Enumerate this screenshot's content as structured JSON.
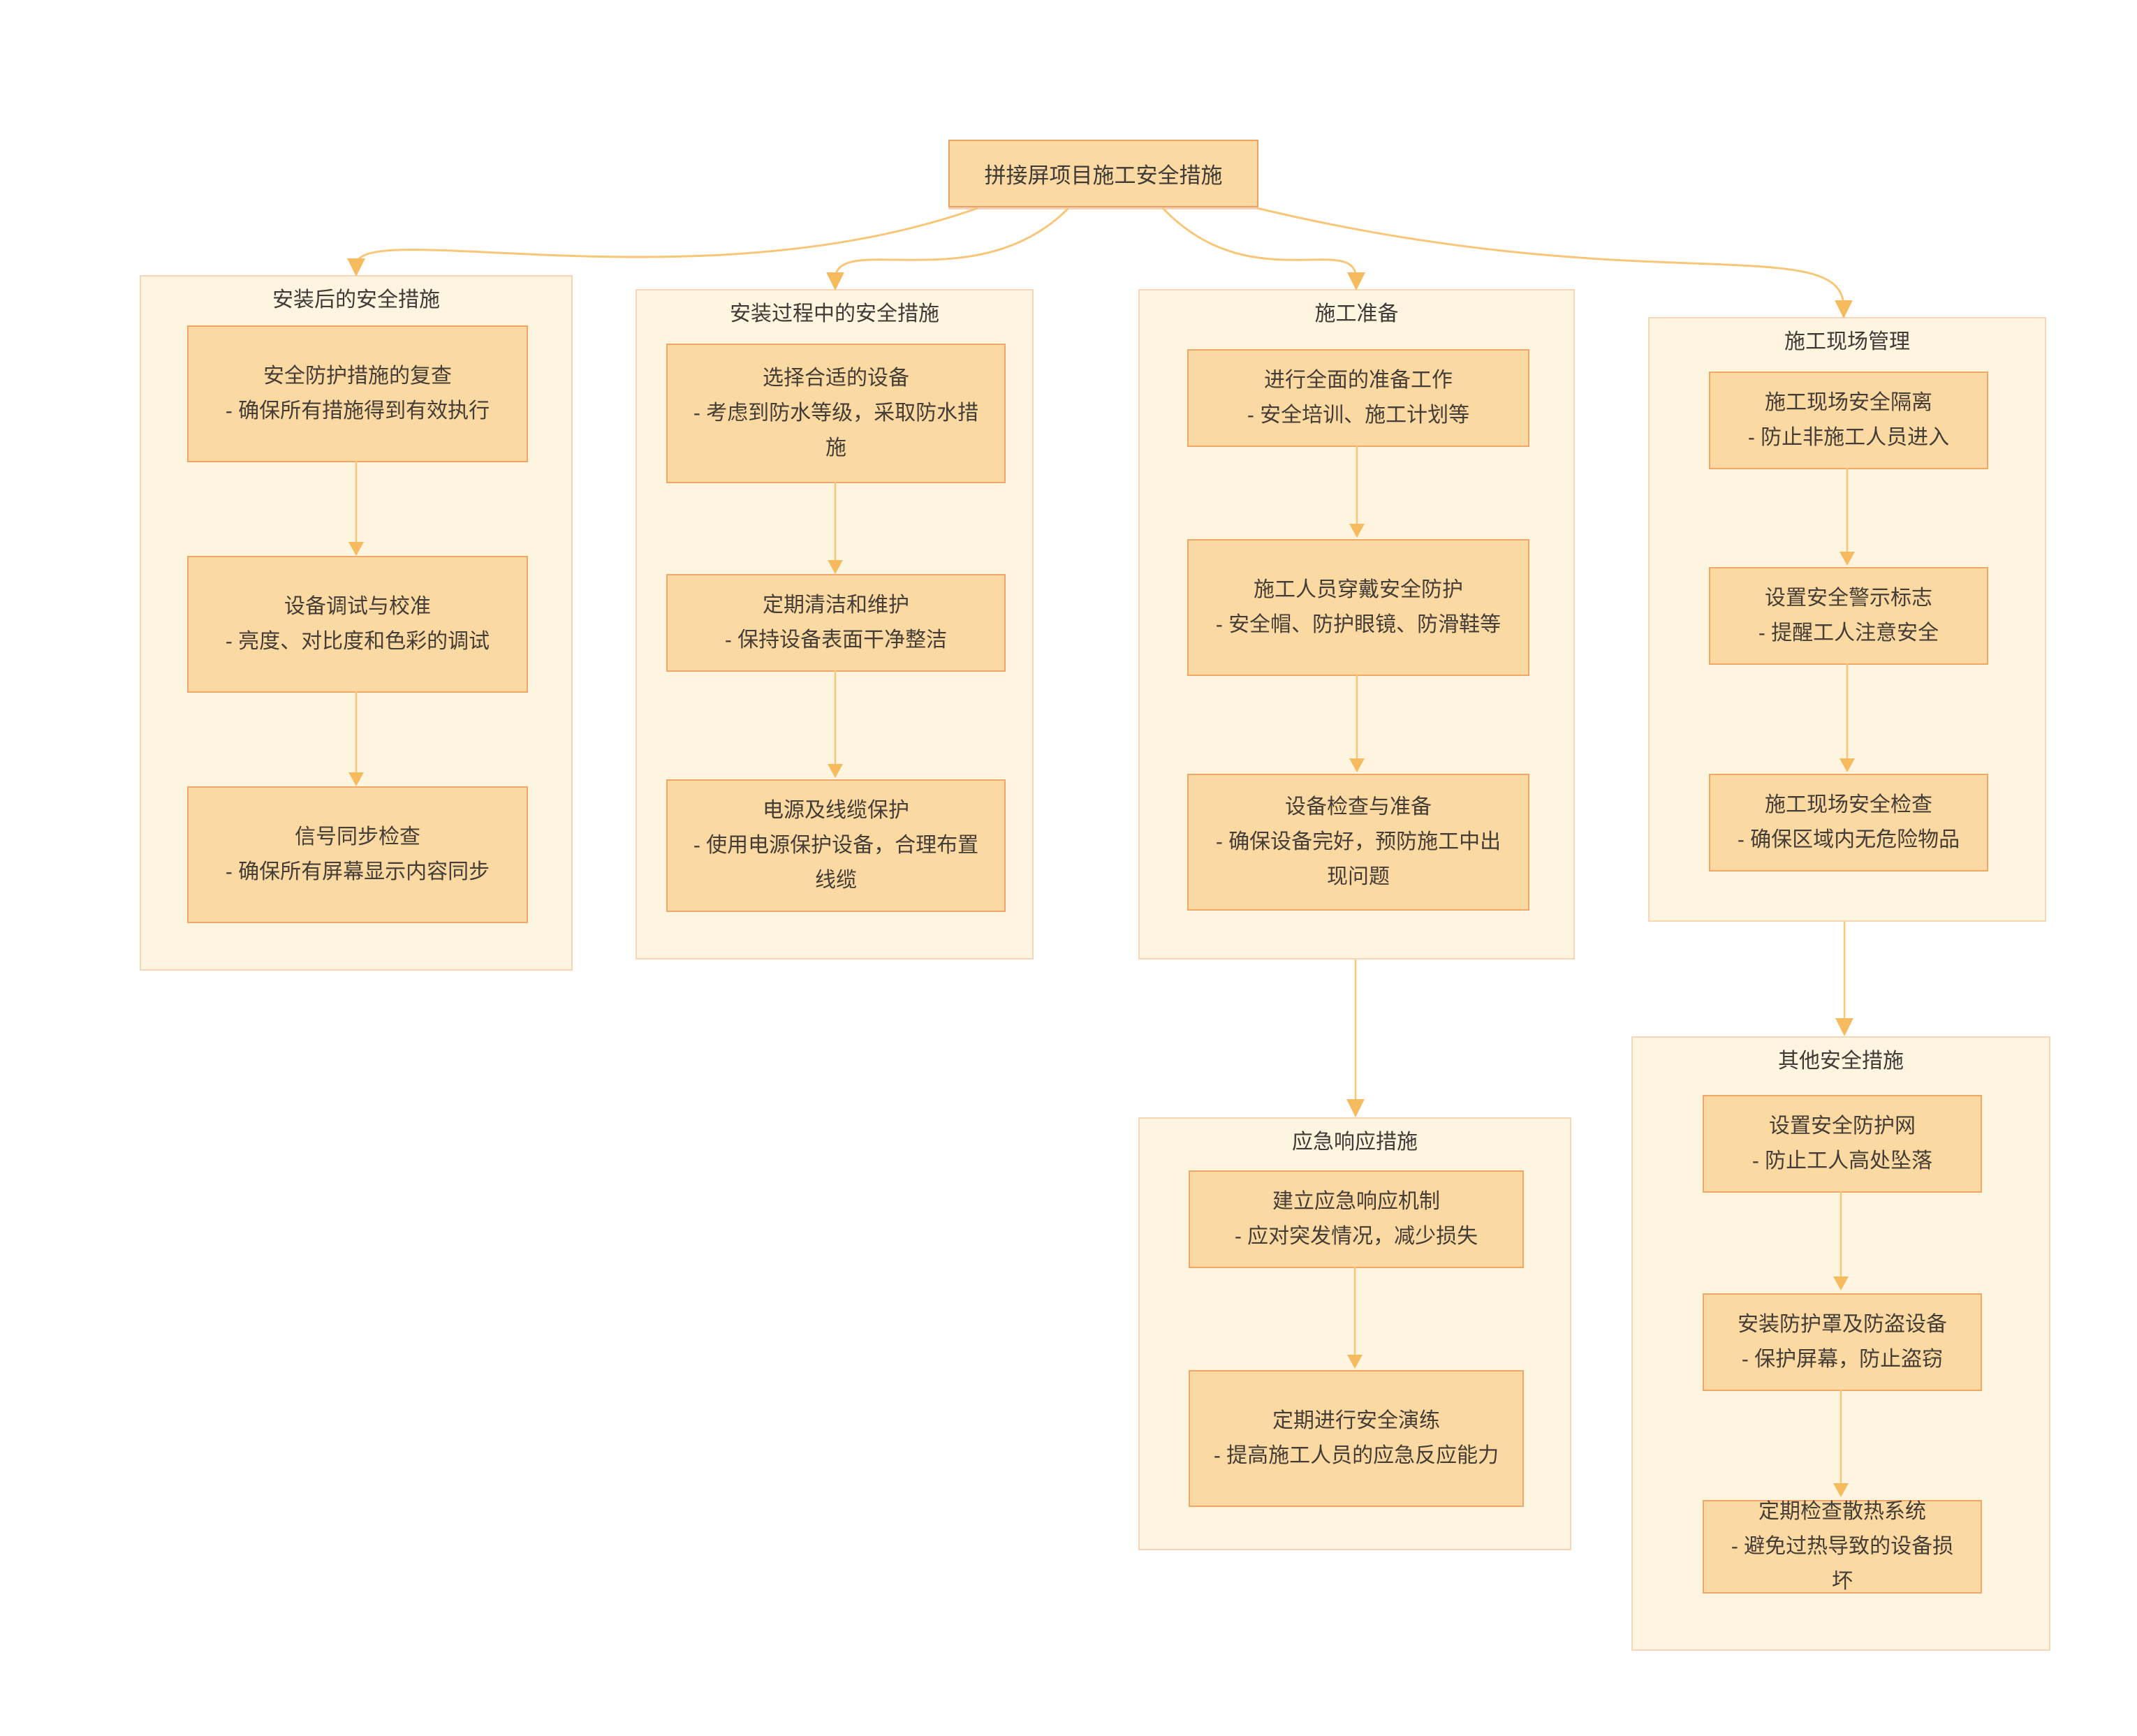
{
  "root": {
    "label": "拼接屏项目施工安全措施"
  },
  "groups": [
    {
      "title": "安装后的安全措施",
      "boxes": [
        {
          "title": "安全防护措施的复查",
          "detail": "- 确保所有措施得到有效执行"
        },
        {
          "title": "设备调试与校准",
          "detail": "- 亮度、对比度和色彩的调试"
        },
        {
          "title": "信号同步检查",
          "detail": "- 确保所有屏幕显示内容同步"
        }
      ]
    },
    {
      "title": "安装过程中的安全措施",
      "boxes": [
        {
          "title": "选择合适的设备",
          "detail": "- 考虑到防水等级，采取防水措施"
        },
        {
          "title": "定期清洁和维护",
          "detail": "- 保持设备表面干净整洁"
        },
        {
          "title": "电源及线缆保护",
          "detail": "- 使用电源保护设备，合理布置线缆"
        }
      ]
    },
    {
      "title": "施工准备",
      "boxes": [
        {
          "title": "进行全面的准备工作",
          "detail": "- 安全培训、施工计划等"
        },
        {
          "title": "施工人员穿戴安全防护",
          "detail": "- 安全帽、防护眼镜、防滑鞋等"
        },
        {
          "title": "设备检查与准备",
          "detail": "- 确保设备完好，预防施工中出现问题"
        }
      ]
    },
    {
      "title": "施工现场管理",
      "boxes": [
        {
          "title": "施工现场安全隔离",
          "detail": "- 防止非施工人员进入"
        },
        {
          "title": "设置安全警示标志",
          "detail": "- 提醒工人注意安全"
        },
        {
          "title": "施工现场安全检查",
          "detail": "- 确保区域内无危险物品"
        }
      ]
    },
    {
      "title": "应急响应措施",
      "boxes": [
        {
          "title": "建立应急响应机制",
          "detail": "- 应对突发情况，减少损失"
        },
        {
          "title": "定期进行安全演练",
          "detail": "- 提高施工人员的应急反应能力"
        }
      ]
    },
    {
      "title": "其他安全措施",
      "boxes": [
        {
          "title": "设置安全防护网",
          "detail": "- 防止工人高处坠落"
        },
        {
          "title": "安装防护罩及防盗设备",
          "detail": "- 保护屏幕，防止盗窃"
        },
        {
          "title": "定期检查散热系统",
          "detail": "- 避免过热导致的设备损坏"
        }
      ]
    }
  ],
  "colors": {
    "node_fill": "#fbd9a3",
    "node_border": "#f0a767",
    "container_fill": "#fdf5e0",
    "container_border": "#f7d5b8",
    "connector": "#f8c678",
    "arrowhead": "#f6ba5f",
    "text": "#443d36",
    "page_background": "#ffffff"
  }
}
